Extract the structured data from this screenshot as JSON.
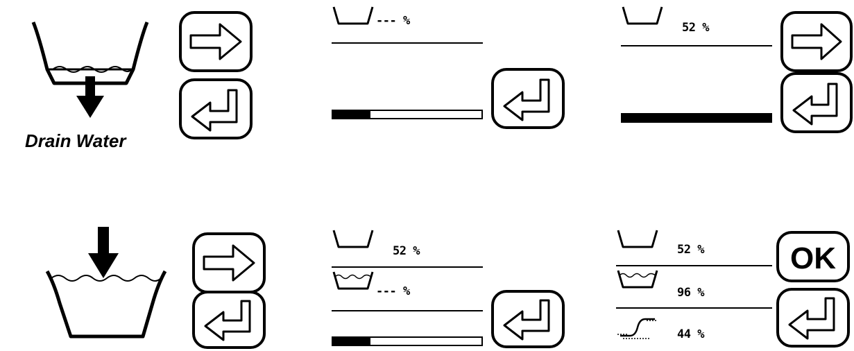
{
  "caption": {
    "drain": "Drain Water"
  },
  "colors": {
    "ink": "#000000",
    "background": "#ffffff"
  },
  "icons": {
    "drain": "drain-basin-icon",
    "fill": "fill-basin-icon",
    "next": "arrow-right-icon",
    "back": "return-icon",
    "ok": "ok-icon",
    "empty_tub": "empty-tub-icon",
    "full_tub": "water-tub-icon",
    "slope": "slope-curve-icon"
  },
  "drain_row": {
    "screen1": {
      "empty_value": "--- %",
      "progress": 0.25
    },
    "screen2": {
      "empty_value": "52 %",
      "progress": 1.0
    }
  },
  "fill_row": {
    "screen1": {
      "empty_value": "52 %",
      "full_value": "--- %",
      "progress": 0.25
    },
    "screen2": {
      "empty_value": "52 %",
      "full_value": "96 %",
      "slope_value": "44 %",
      "ok_label": "OK"
    }
  }
}
